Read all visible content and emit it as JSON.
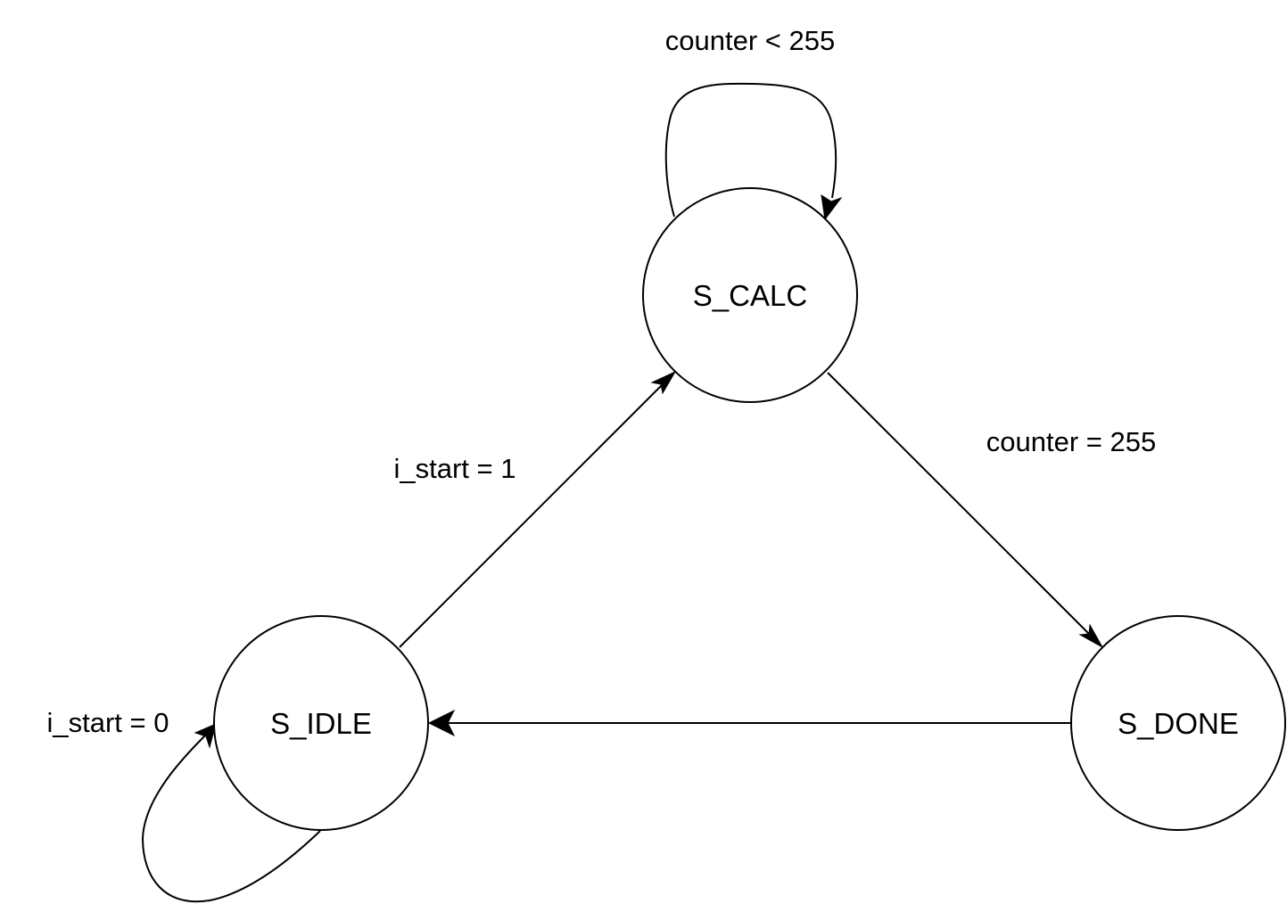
{
  "states": {
    "calc": {
      "label": "S_CALC"
    },
    "idle": {
      "label": "S_IDLE"
    },
    "done": {
      "label": "S_DONE"
    }
  },
  "transitions": {
    "calc_self": {
      "label": "counter < 255"
    },
    "idle_self": {
      "label": "i_start = 0"
    },
    "idle_to_calc": {
      "label": "i_start = 1"
    },
    "calc_to_done": {
      "label": "counter = 255"
    },
    "done_to_idle": {
      "label": ""
    }
  },
  "colors": {
    "stroke": "#000000",
    "background": "#ffffff"
  }
}
